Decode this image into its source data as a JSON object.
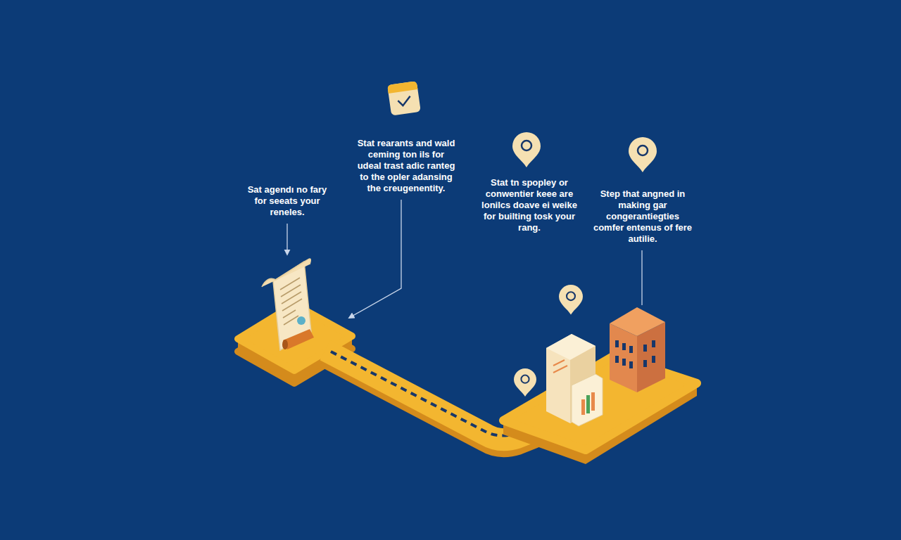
{
  "diagram": {
    "labels": [
      "Sat agendı no fary for seeats your reneles.",
      "Stat rearants and wald ceming ton ils for udeal trast adic ranteg to the opler adansing the creugenentity.",
      "Stat tn spopley or conwentier keee are lonilcs doave ei weike for builting tosk your rang.",
      "Step that angned in making gar congerantiegties comfer entenus of fere autilie."
    ]
  }
}
